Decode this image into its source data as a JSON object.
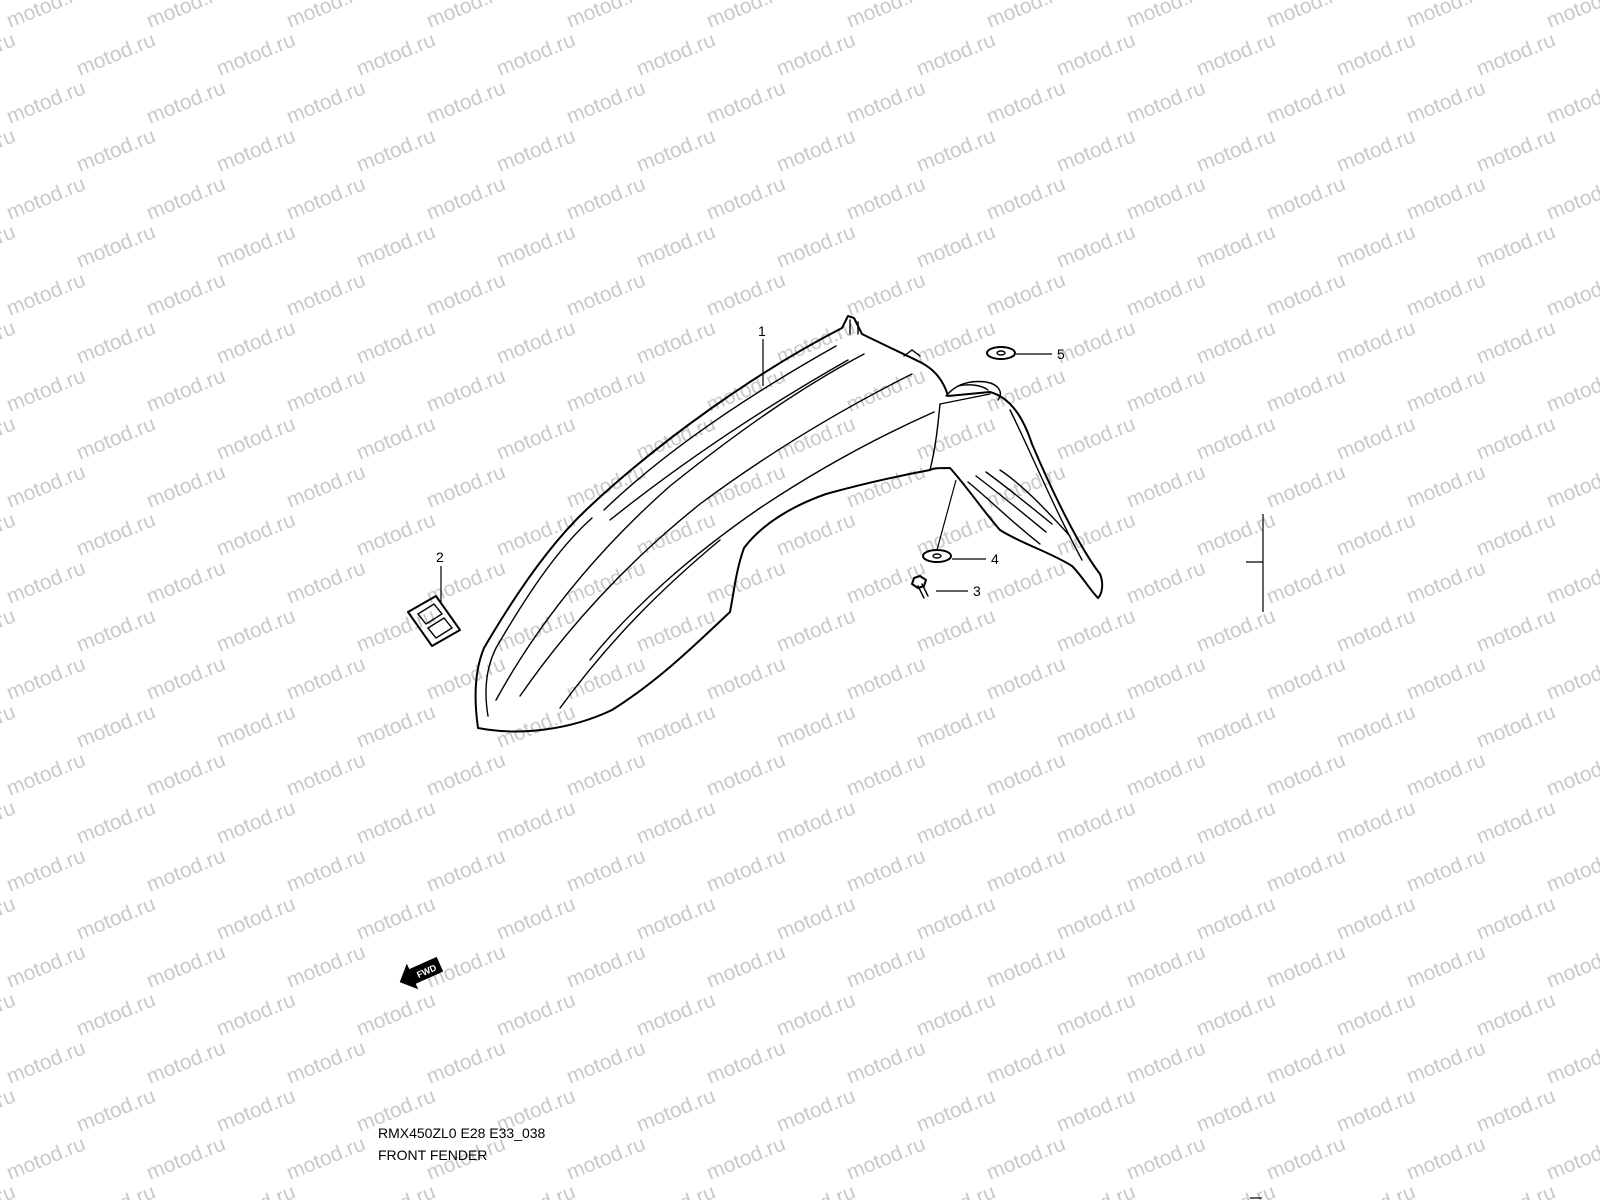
{
  "watermark": {
    "text": "motod.ru",
    "color": "#c9c9c9"
  },
  "diagram": {
    "callouts": [
      {
        "id": "1",
        "label": "1"
      },
      {
        "id": "2",
        "label": "2"
      },
      {
        "id": "3",
        "label": "3"
      },
      {
        "id": "4",
        "label": "4"
      },
      {
        "id": "5",
        "label": "5"
      }
    ],
    "direction_badge": "FWD",
    "icons": [
      "fwd-arrow-icon",
      "suzuki-logo-emblem"
    ]
  },
  "caption": {
    "code": "RMX450ZL0 E28 E33_038",
    "title": "FRONT FENDER"
  }
}
